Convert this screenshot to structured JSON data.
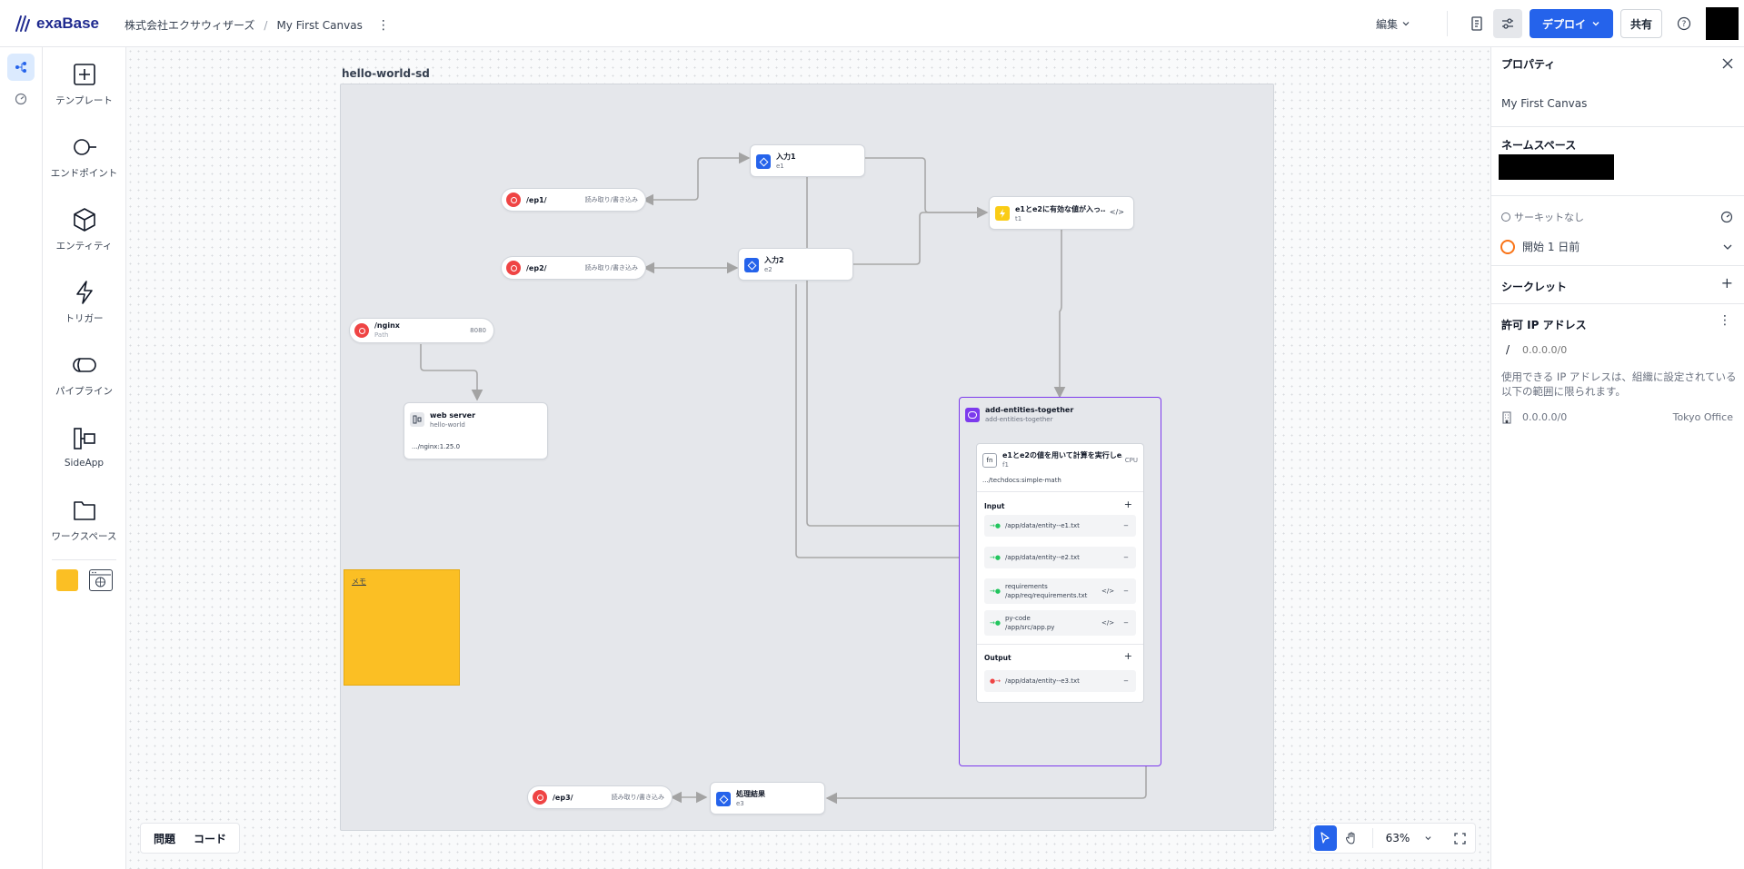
{
  "brand": {
    "name": "exaBase"
  },
  "breadcrumb": {
    "org": "株式会社エクサウィザーズ",
    "separator": "/",
    "canvas": "My First Canvas"
  },
  "toolbar": {
    "edit_label": "編集",
    "deploy_label": "デプロイ",
    "share_label": "共有"
  },
  "palette": [
    {
      "label": "テンプレート",
      "icon": "template-icon"
    },
    {
      "label": "エンドポイント",
      "icon": "endpoint-icon"
    },
    {
      "label": "エンティティ",
      "icon": "entity-icon"
    },
    {
      "label": "トリガー",
      "icon": "trigger-icon"
    },
    {
      "label": "パイプライン",
      "icon": "pipeline-icon"
    },
    {
      "label": "SideApp",
      "icon": "sideapp-icon"
    },
    {
      "label": "ワークスペース",
      "icon": "workspace-icon"
    }
  ],
  "canvas": {
    "region_name": "hello-world-sd",
    "endpoints": {
      "ep1": {
        "path": "/ep1/",
        "mode": "読み取り/書き込み"
      },
      "ep2": {
        "path": "/ep2/",
        "mode": "読み取り/書き込み"
      },
      "ep3": {
        "path": "/ep3/",
        "mode": "読み取り/書き込み"
      },
      "nginx": {
        "path": "/nginx",
        "type": "Path",
        "port": "8080"
      }
    },
    "entities": {
      "e1": {
        "title": "入力1",
        "id": "e1"
      },
      "e2": {
        "title": "入力2",
        "id": "e2"
      },
      "e3": {
        "title": "処理結果",
        "id": "e3"
      }
    },
    "trigger": {
      "title": "e1とe2に有効な値が入っ…",
      "id": "t1"
    },
    "webserver": {
      "title": "web server",
      "subtitle": "hello-world",
      "image": ".../nginx:1.25.0"
    },
    "pipeline": {
      "title": "add-entities-together",
      "subtitle": "add-entities-together",
      "func_badge": "fn",
      "func_title": "e1とe2の値を用いて計算を実行しe…",
      "func_id": "f1",
      "func_cpu": "CPU",
      "func_image": ".../techdocs:simple-math",
      "input_label": "Input",
      "output_label": "Output",
      "inputs": [
        {
          "name": "",
          "path": "/app/data/entity--e1.txt"
        },
        {
          "name": "",
          "path": "/app/data/entity--e2.txt"
        },
        {
          "name": "requirements",
          "path": "/app/req/requirements.txt"
        },
        {
          "name": "py-code",
          "path": "/app/src/app.py"
        }
      ],
      "outputs": [
        {
          "path": "/app/data/entity--e3.txt"
        }
      ]
    },
    "memo": {
      "label": "メモ"
    }
  },
  "bottom": {
    "issues_label": "問題",
    "code_label": "コード",
    "zoom": "63%"
  },
  "panel": {
    "title": "プロパティ",
    "canvas_name": "My First Canvas",
    "namespace_label": "ネームスペース",
    "circuit_label": "サーキットなし",
    "started_label": "開始 1 日前",
    "secret_label": "シークレット",
    "ip_label": "許可 IP アドレス",
    "ip_slash": "/",
    "ip_placeholder": "0.0.0.0/0",
    "ip_note": "使用できる IP アドレスは、組織に設定されている以下の範囲に限られます。",
    "ip_org_value": "0.0.0.0/0",
    "ip_org_name": "Tokyo Office"
  },
  "colors": {
    "accent": "#2563eb",
    "pipeline": "#7c3aed",
    "endpoint": "#ef4444",
    "trigger": "#facc15",
    "memo": "#fbbf24"
  }
}
